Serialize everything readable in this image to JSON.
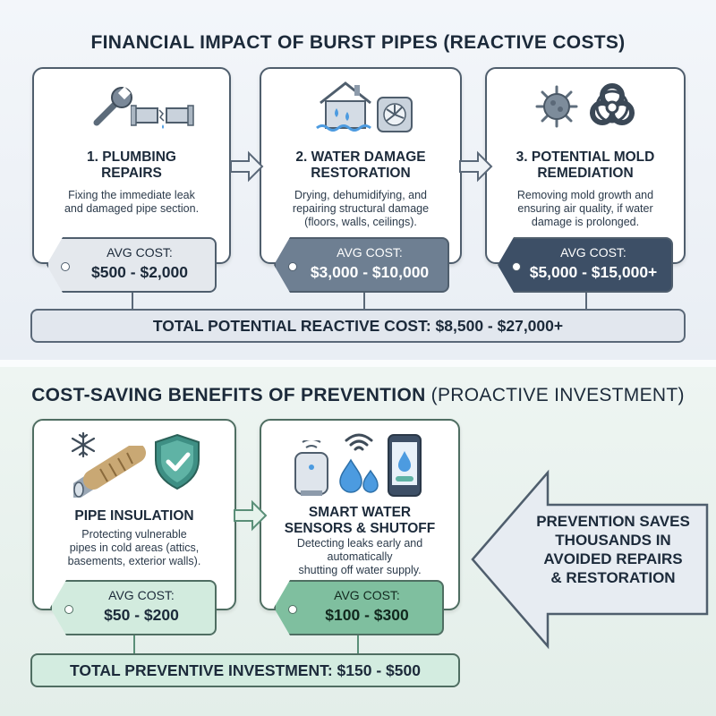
{
  "reactive": {
    "title": "FINANCIAL IMPACT OF BURST PIPES (REACTIVE COSTS)",
    "cards": [
      {
        "title_line1": "1. PLUMBING",
        "title_line2": "REPAIRS",
        "desc_line1": "Fixing the immediate leak",
        "desc_line2": "and damaged pipe section.",
        "desc_line3": "",
        "cost_label": "AVG COST:",
        "cost_value": "$500 - $2,000",
        "icons": [
          "wrench-icon",
          "broken-pipe-icon"
        ]
      },
      {
        "title_line1": "2. WATER DAMAGE",
        "title_line2": "RESTORATION",
        "desc_line1": "Drying, dehumidifying, and",
        "desc_line2": "repairing structural damage",
        "desc_line3": "(floors, walls, ceilings).",
        "cost_label": "AVG COST:",
        "cost_value": "$3,000 - $10,000",
        "icons": [
          "flooded-house-icon",
          "dehumidifier-fan-icon"
        ]
      },
      {
        "title_line1": "3. POTENTIAL MOLD",
        "title_line2": "REMEDIATION",
        "desc_line1": "Removing mold growth and",
        "desc_line2": "ensuring air quality, if water",
        "desc_line3": "damage is prolonged.",
        "cost_label": "AVG COST:",
        "cost_value": "$5,000 - $15,000+",
        "icons": [
          "mold-spore-icon",
          "biohazard-icon"
        ]
      }
    ],
    "total": "TOTAL POTENTIAL REACTIVE COST: $8,500 - $27,000+"
  },
  "preventive": {
    "title_bold": "COST-SAVING BENEFITS OF PREVENTION",
    "title_light": " (PROACTIVE INVESTMENT)",
    "cards": [
      {
        "title_line1": "PIPE INSULATION",
        "title_line2": "",
        "desc_line1": "Protecting vulnerable",
        "desc_line2": "pipes in cold areas (attics,",
        "desc_line3": "basements, exterior walls).",
        "cost_label": "AVG COST:",
        "cost_value": "$50 - $200",
        "icons": [
          "snowflake-icon",
          "insulated-pipe-icon",
          "shield-check-icon"
        ]
      },
      {
        "title_line1": "SMART WATER",
        "title_line2": "SENSORS & SHUTOFF",
        "desc_line1": "Detecting leaks early and",
        "desc_line2": "automatically",
        "desc_line3": "shutting off water supply.",
        "cost_label": "AVG COST:",
        "cost_value": "$100 - $300",
        "icons": [
          "smart-sensor-icon",
          "wifi-icon",
          "water-drops-icon",
          "smartphone-icon"
        ]
      }
    ],
    "total": "TOTAL PREVENTIVE INVESTMENT: $150 - $500",
    "callout_line1": "PREVENTION SAVES",
    "callout_line2": "THOUSANDS IN",
    "callout_line3": "AVOIDED REPAIRS",
    "callout_line4": "& RESTORATION"
  },
  "colors": {
    "tag_light": "#e4e8ed",
    "tag_mid": "#6e7f92",
    "tag_dark": "#3d4f66",
    "green_tag": "#d2ebde",
    "green_tag_mid": "#7fbf9f",
    "green_bar": "#d3ece0",
    "reactive_bar": "#e2e7ee",
    "teal_icon": "#3e8f84"
  }
}
